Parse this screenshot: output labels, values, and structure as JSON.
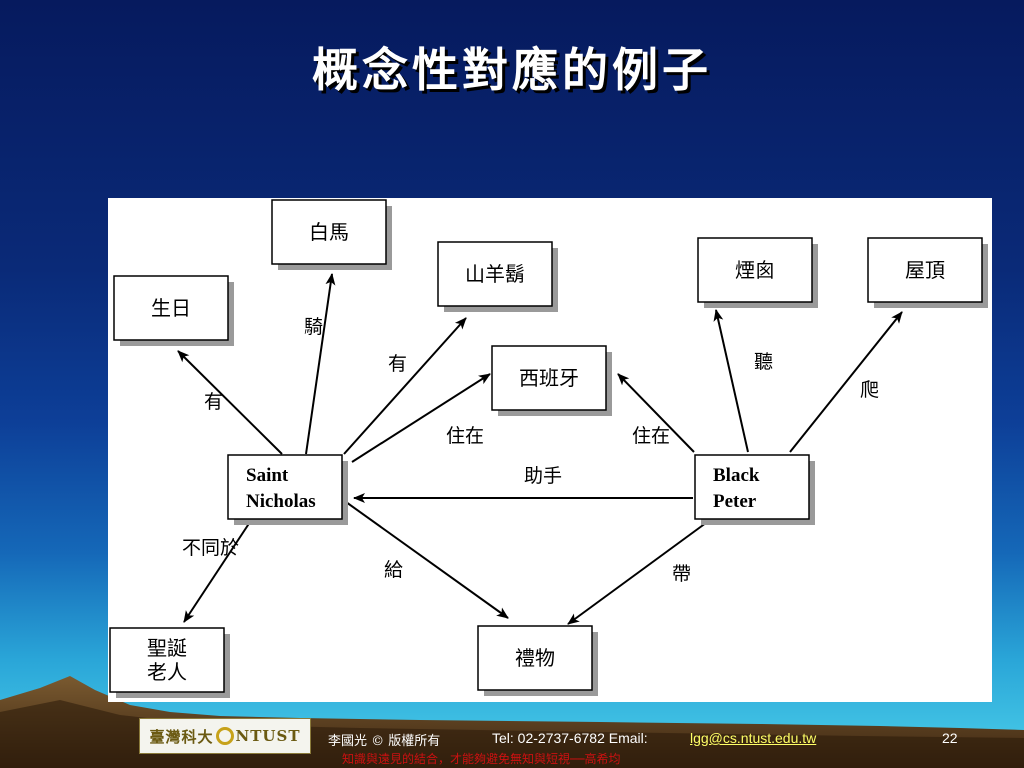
{
  "title": "概念性對應的例子",
  "diagram": {
    "nodes": [
      {
        "id": "white-horse",
        "label": [
          "白馬"
        ]
      },
      {
        "id": "goat-beard",
        "label": [
          "山羊鬍"
        ]
      },
      {
        "id": "birthday",
        "label": [
          "生日"
        ]
      },
      {
        "id": "spain",
        "label": [
          "西班牙"
        ]
      },
      {
        "id": "chimney",
        "label": [
          "煙囪"
        ]
      },
      {
        "id": "roof",
        "label": [
          "屋頂"
        ]
      },
      {
        "id": "saint-nicholas",
        "label": [
          "Saint",
          "Nicholas"
        ]
      },
      {
        "id": "black-peter",
        "label": [
          "Black",
          "Peter"
        ]
      },
      {
        "id": "santa-claus",
        "label": [
          "聖誕",
          "老人"
        ]
      },
      {
        "id": "gift",
        "label": [
          "禮物"
        ]
      }
    ],
    "edges": [
      {
        "from": "saint-nicholas",
        "to": "white-horse",
        "label": "騎"
      },
      {
        "from": "saint-nicholas",
        "to": "goat-beard",
        "label": "有"
      },
      {
        "from": "saint-nicholas",
        "to": "birthday",
        "label": "有"
      },
      {
        "from": "saint-nicholas",
        "to": "spain",
        "label": "住在"
      },
      {
        "from": "black-peter",
        "to": "spain",
        "label": "住在"
      },
      {
        "from": "black-peter",
        "to": "saint-nicholas",
        "label": "助手"
      },
      {
        "from": "black-peter",
        "to": "chimney",
        "label": "聽"
      },
      {
        "from": "black-peter",
        "to": "roof",
        "label": "爬"
      },
      {
        "from": "saint-nicholas",
        "to": "santa-claus",
        "label": "不同於"
      },
      {
        "from": "saint-nicholas",
        "to": "gift",
        "label": "給"
      },
      {
        "from": "black-peter",
        "to": "gift",
        "label": "帶"
      }
    ]
  },
  "footer": {
    "logo_text_left": "臺灣科大",
    "logo_text_right": "NTUST",
    "author": "李國光 © 版權所有",
    "contact": "Tel: 02-2737-6782  Email:",
    "email": "lgg@cs.ntust.edu.tw",
    "page_number": "22",
    "motto": "知識與遠見的結合，才能夠避免無知與短視──高希均"
  }
}
